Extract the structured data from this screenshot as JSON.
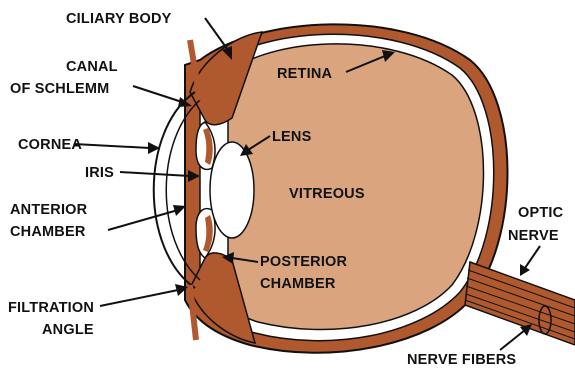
{
  "labels": {
    "ciliary_body": "CILIARY BODY",
    "canal_line1": "CANAL",
    "canal_line2": "OF SCHLEMM",
    "cornea": "CORNEA",
    "iris": "IRIS",
    "anterior_line1": "ANTERIOR",
    "anterior_line2": "CHAMBER",
    "filtration_line1": "FILTRATION",
    "filtration_line2": "ANGLE",
    "retina": "RETINA",
    "lens": "LENS",
    "vitreous": "VITREOUS",
    "posterior_line1": "POSTERIOR",
    "posterior_line2": "CHAMBER",
    "optic_line1": "OPTIC",
    "optic_line2": "NERVE",
    "nerve_fibers": "NERVE FIBERS"
  },
  "colors": {
    "vitreous_fill": "#d9a47e",
    "sclera_brown": "#b0592e",
    "outline": "#111111",
    "background": "#ffffff"
  }
}
